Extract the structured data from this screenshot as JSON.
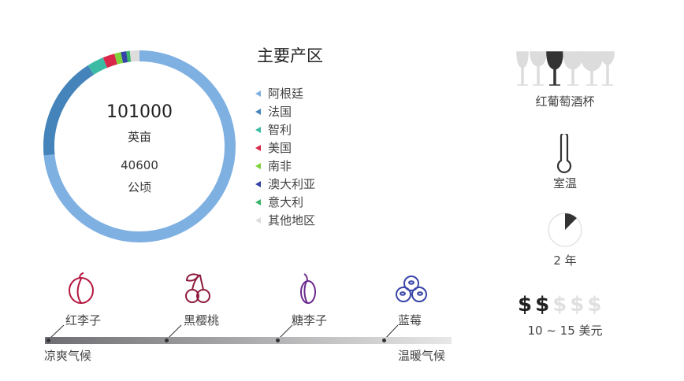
{
  "chart_data": {
    "type": "pie",
    "title": "主要产区",
    "center": {
      "value": "101000",
      "unit": "英亩",
      "value2": "40600",
      "unit2": "公顷"
    },
    "slices": [
      {
        "label": "阿根廷",
        "value": 73.5,
        "color": "#7fb0e2"
      },
      {
        "label": "法国",
        "value": 17.5,
        "color": "#4484ba"
      },
      {
        "label": "智利",
        "value": 2.8,
        "color": "#3bbba3"
      },
      {
        "label": "美国",
        "value": 2.0,
        "color": "#d9274a"
      },
      {
        "label": "南非",
        "value": 1.1,
        "color": "#7ed23a"
      },
      {
        "label": "澳大利亚",
        "value": 0.9,
        "color": "#3543a8"
      },
      {
        "label": "意大利",
        "value": 0.6,
        "color": "#3ab56a"
      },
      {
        "label": "其他地区",
        "value": 1.6,
        "color": "#dddddd"
      }
    ]
  },
  "glass": {
    "label": "红葡萄酒杯",
    "selected_index": 2,
    "count": 6
  },
  "temperature": {
    "label": "室温"
  },
  "aging": {
    "label": "2 年",
    "fraction": 0.125
  },
  "price": {
    "filled": 2,
    "total": 5,
    "symbol": "$",
    "label": "10 ~ 15 美元"
  },
  "flavors": {
    "items": [
      {
        "label": "红李子",
        "color": "#b5173f"
      },
      {
        "label": "黑樱桃",
        "color": "#8e1a3c"
      },
      {
        "label": "糖李子",
        "color": "#6a2a8c"
      },
      {
        "label": "蓝莓",
        "color": "#3a46a8"
      }
    ],
    "left_label": "凉爽气候",
    "right_label": "温暖气候"
  }
}
